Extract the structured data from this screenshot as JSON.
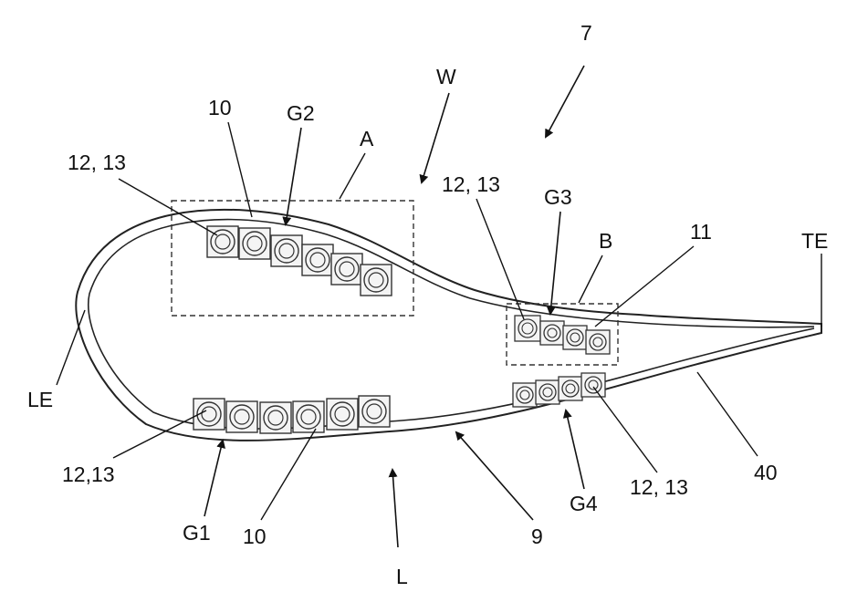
{
  "labels": {
    "ref_7": "7",
    "W": "W",
    "A": "A",
    "ref_10_top": "10",
    "G2": "G2",
    "ref_12_13_top_left": "12, 13",
    "ref_12_13_top_mid": "12, 13",
    "G3": "G3",
    "B": "B",
    "ref_11": "11",
    "TE": "TE",
    "LE": "LE",
    "ref_12_13_bottom_left": "12,13",
    "G1": "G1",
    "ref_10_bottom": "10",
    "L": "L",
    "ref_9": "9",
    "G4": "G4",
    "ref_12_13_bottom_right": "12, 13",
    "ref_40": "40"
  }
}
